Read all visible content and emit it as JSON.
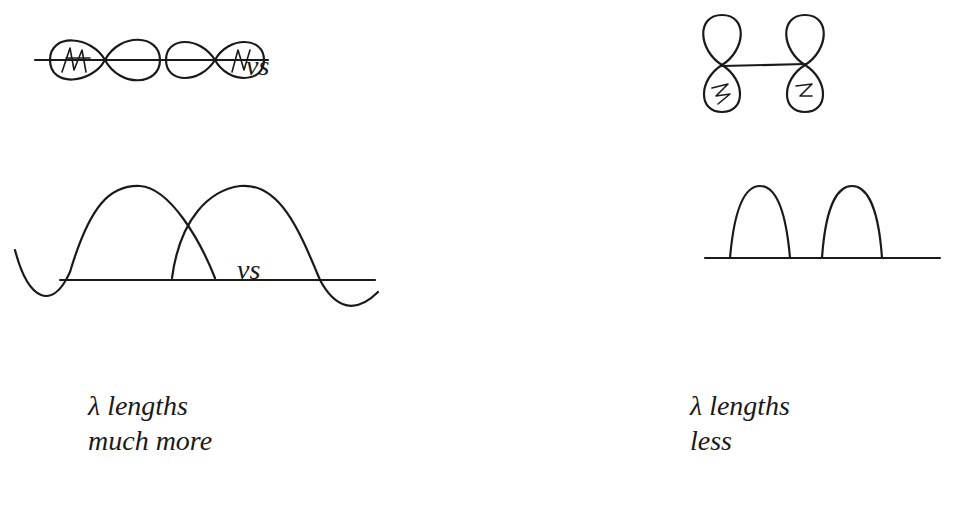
{
  "diagram": {
    "labels": [
      "vs",
      "vs",
      "λ lengths much more",
      "λ lengths less"
    ]
  }
}
